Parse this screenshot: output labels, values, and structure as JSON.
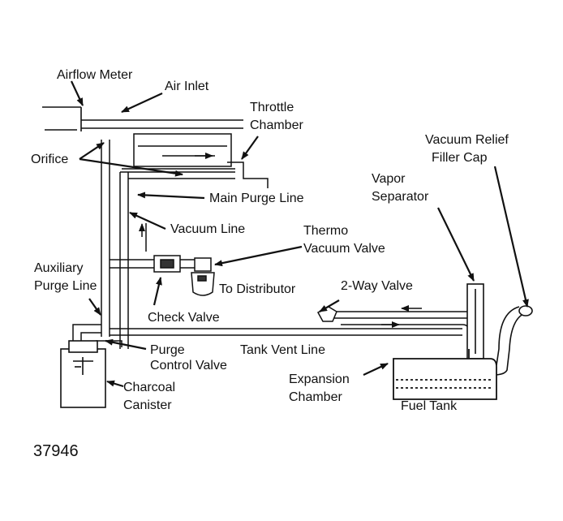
{
  "labels": {
    "airflow_meter": "Airflow Meter",
    "air_inlet": "Air Inlet",
    "throttle_chamber_1": "Throttle",
    "throttle_chamber_2": "Chamber",
    "vacuum_relief_1": "Vacuum Relief",
    "vacuum_relief_2": "Filler Cap",
    "orifice": "Orifice",
    "main_purge_line": "Main Purge Line",
    "vapor_separator_1": "Vapor",
    "vapor_separator_2": "Separator",
    "vacuum_line": "Vacuum Line",
    "thermo_vacuum_1": "Thermo",
    "thermo_vacuum_2": "Vacuum Valve",
    "auxiliary_1": "Auxiliary",
    "auxiliary_2": "Purge Line",
    "to_distributor": "To Distributor",
    "two_way_valve": "2-Way Valve",
    "check_valve": "Check Valve",
    "purge_control_1": "Purge",
    "purge_control_2": "Control Valve",
    "tank_vent_line": "Tank Vent Line",
    "charcoal_1": "Charcoal",
    "charcoal_2": "Canister",
    "expansion_1": "Expansion",
    "expansion_2": "Chamber",
    "fuel_tank": "Fuel Tank"
  },
  "figure_number": "37946",
  "colors": {
    "ink": "#111111",
    "background": "#ffffff"
  }
}
